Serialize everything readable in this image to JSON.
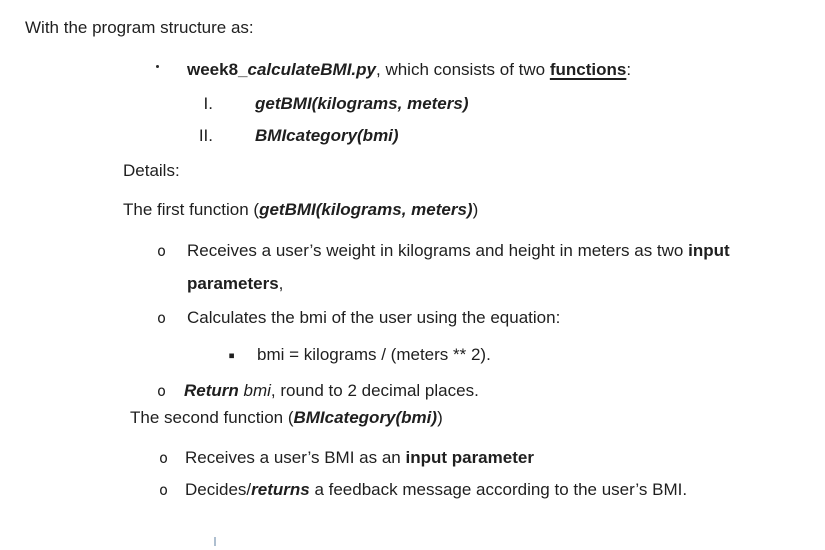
{
  "colors": {
    "background": "#ffffff",
    "text": "#1f1f1f",
    "cursor": "#aebfd0"
  },
  "intro": "With the program structure as:",
  "file_item": {
    "marker_icon": "small-dot",
    "name_bold": "week8_",
    "name_bold_italic": "calculateBMI.py",
    "middle": ", which consists of two ",
    "functions_word": "functions",
    "colon": ":"
  },
  "roman_list": [
    {
      "num": "I.",
      "func": "getBMI(kilograms, meters)"
    },
    {
      "num": "II.",
      "func": "BMIcategory(bmi)"
    }
  ],
  "details_heading": "Details:",
  "first_func_line": {
    "prefix": "The first function (",
    "func": "getBMI(kilograms, meters)",
    "suffix": ")"
  },
  "first_func_bullets": {
    "marker": "o",
    "receives_regular": "Receives a user’s weight in kilograms and height in meters as two ",
    "receives_bold": "input",
    "wrap_bold": "parameters",
    "wrap_comma": ",",
    "calculates": "Calculates the bmi of the user using the equation:",
    "equation_marker": "▪",
    "equation": "bmi = kilograms / (meters ** 2).",
    "return_bold_italic": "Return",
    "return_italic": " bmi",
    "return_rest": ", round to 2 decimal places."
  },
  "second_func_line": {
    "prefix": "The second function (",
    "func": "BMIcategory(bmi)",
    "suffix": ")"
  },
  "second_func_bullets": {
    "marker": "o",
    "receives_regular": "Receives a user’s BMI as an ",
    "receives_bold": "input parameter",
    "decides_prefix": "Decides/",
    "decides_bold_italic": "returns",
    "decides_rest": " a feedback message according to the user’s BMI."
  }
}
